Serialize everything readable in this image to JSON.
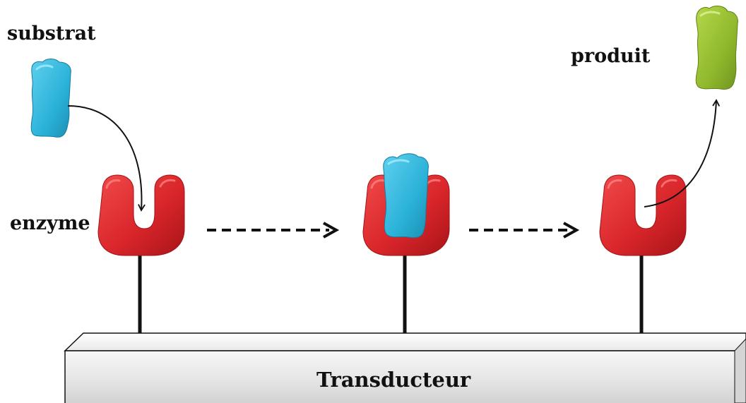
{
  "labels": {
    "substrat": "substrat",
    "produit": "produit",
    "enzyme": "enzyme",
    "transducteur": "Transducteur"
  },
  "colors": {
    "enzyme": "#d9262b",
    "substrate": "#2bb2d8",
    "product": "#8fb82c",
    "transducer_front": "#e2e2e2",
    "transducer_top": "#f2f2f2",
    "outline": "#111111"
  }
}
